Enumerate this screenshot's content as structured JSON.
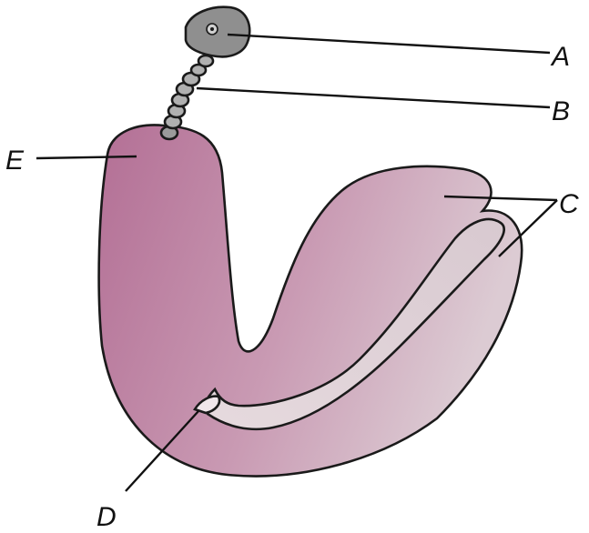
{
  "labels": {
    "a": "A",
    "b": "B",
    "c": "C",
    "d": "D",
    "e": "E"
  },
  "colors": {
    "body_pink": "#b9789c",
    "body_pink_light": "#d9b6c8",
    "sac_light": "#e2d6dc",
    "head_gray": "#8f8f8f",
    "neck_gray": "#b0b0b0"
  }
}
